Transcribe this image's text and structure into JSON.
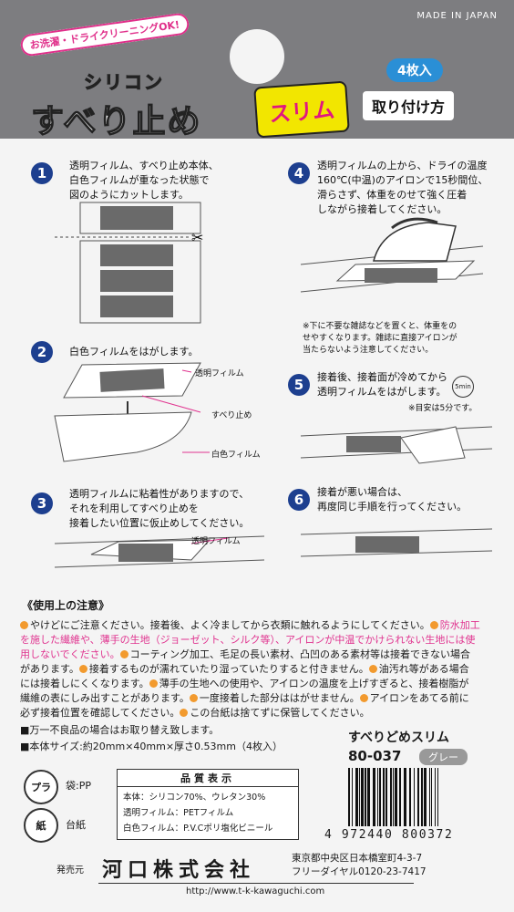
{
  "header": {
    "made_in": "MADE IN JAPAN",
    "wash_banner": "お洗濯・ドライクリーニングOK!",
    "brand_small": "シリコン",
    "brand_big": "すべり止め",
    "slim": "スリム",
    "quantity": "4枚入",
    "howto": "取り付け方"
  },
  "steps": [
    {
      "num": "1",
      "text": [
        "透明フィルム、すべり止め本体、",
        "白色フィルムが重なった状態で",
        "図のようにカットします。"
      ]
    },
    {
      "num": "2",
      "text": [
        "白色フィルムをはがします。"
      ],
      "labels": [
        "透明フィルム",
        "すべり止め",
        "白色フィルム"
      ]
    },
    {
      "num": "3",
      "text": [
        "透明フィルムに粘着性がありますので、",
        "それを利用してすべり止めを",
        "接着したい位置に仮止めしてください。"
      ],
      "labels": [
        "透明フィルム"
      ]
    },
    {
      "num": "4",
      "text": [
        "透明フィルムの上から、ドライの温度",
        "160℃(中温)のアイロンで15秒間位、",
        "滑らさず、体重をのせて強く圧着",
        "しながら接着してください。"
      ],
      "note": [
        "※下に不要な雑誌などを置くと、体重をの",
        "せやすくなります。雑誌に直接アイロンが",
        "当たらないよう注意してください。"
      ]
    },
    {
      "num": "5",
      "text": [
        "接着後、接着面が冷めてから",
        "透明フィルムをはがします。"
      ],
      "note": [
        "※目安は5分です。"
      ],
      "timer": "5min"
    },
    {
      "num": "6",
      "text": [
        "接着が悪い場合は、",
        "再度同じ手順を行ってください。"
      ]
    }
  ],
  "caution": {
    "title": "《使用上の注意》",
    "lines": [
      [
        {
          "t": "dot"
        },
        {
          "t": "やけどにご注意ください。接着後、よく冷ましてから衣類に触れるようにしてください。"
        },
        {
          "t": "dot"
        },
        {
          "t": "防水加工",
          "pink": true
        }
      ],
      [
        {
          "t": "を施した繊維や、薄手の生地（ジョーゼット、シルク等）、アイロンが中温でかけられない生地には使",
          "pink": true
        }
      ],
      [
        {
          "t": "用しないでください。",
          "pink": true
        },
        {
          "t": "dot"
        },
        {
          "t": "コーティング加工、毛足の長い素材、凸凹のある素材等は接着できない場合"
        }
      ],
      [
        {
          "t": "があります。"
        },
        {
          "t": "dot"
        },
        {
          "t": "接着するものが濡れていたり湿っていたりすると付きません。"
        },
        {
          "t": "dot"
        },
        {
          "t": "油汚れ等がある場合"
        }
      ],
      [
        {
          "t": "には接着しにくくなります。"
        },
        {
          "t": "dot"
        },
        {
          "t": "薄手の生地への使用や、アイロンの温度を上げすぎると、接着樹脂が"
        }
      ],
      [
        {
          "t": "繊維の表にしみ出すことがあります。"
        },
        {
          "t": "dot"
        },
        {
          "t": "一度接着した部分ははがせません。"
        },
        {
          "t": "dot"
        },
        {
          "t": "アイロンをあてる前に"
        }
      ],
      [
        {
          "t": "必ず接着位置を確認してください。"
        },
        {
          "t": "dot"
        },
        {
          "t": "この台紙は捨てずに保管してください。"
        }
      ]
    ],
    "square1": "■万一不良品の場合はお取り替え致します。",
    "square2": "■本体サイズ:約20mm×40mm×厚さ0.53mm（4枚入）"
  },
  "product": {
    "name": "すべりどめスリム",
    "code": "80-037",
    "color": "グレー",
    "barcode_number": "4 972440 800372"
  },
  "quality": {
    "title": "品質表示",
    "lines": [
      "本体：シリコン70%、ウレタン30%",
      "透明フィルム：PETフィルム",
      "白色フィルム：P.V.Cポリ塩化ビニール"
    ]
  },
  "recycle": {
    "pla_mark": "プラ",
    "pla_label": "袋:PP",
    "paper_mark": "紙",
    "paper_label": "台紙"
  },
  "maker": {
    "label": "発売元",
    "name": "河口株式会社",
    "address": "東京都中央区日本橋室町4-3-7",
    "freedial": "フリーダイヤル0120-23-7417",
    "url": "http://www.t-k-kawaguchi.com"
  },
  "colors": {
    "header_gray": "#7d7d80",
    "accent_pink": "#e0338f",
    "number_blue": "#1d3f8f",
    "slim_yellow": "#f2e600",
    "dot_orange": "#f29a2e"
  }
}
